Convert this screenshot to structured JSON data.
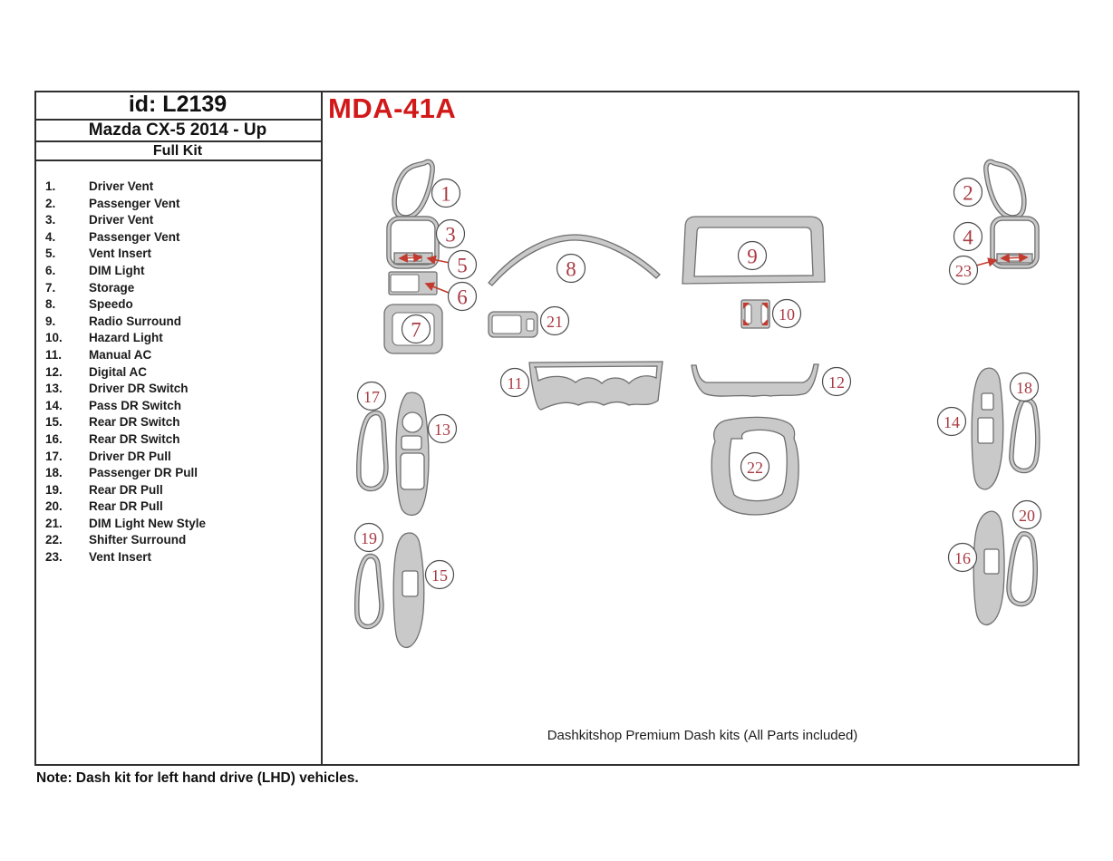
{
  "header": {
    "id": "id: L2139",
    "model": "Mazda CX-5 2014 - Up",
    "kit_type": "Full Kit"
  },
  "kit_code": "MDA-41A",
  "parts": [
    {
      "num": "1",
      "label": "Driver Vent"
    },
    {
      "num": "2",
      "label": "Passenger Vent"
    },
    {
      "num": "3",
      "label": "Driver Vent"
    },
    {
      "num": "4",
      "label": "Passenger Vent"
    },
    {
      "num": "5",
      "label": "Vent Insert"
    },
    {
      "num": "6",
      "label": "DIM Light"
    },
    {
      "num": "7",
      "label": "Storage"
    },
    {
      "num": "8",
      "label": "Speedo"
    },
    {
      "num": "9",
      "label": "Radio Surround"
    },
    {
      "num": "10",
      "label": "Hazard Light"
    },
    {
      "num": "11",
      "label": "Manual AC"
    },
    {
      "num": "12",
      "label": "Digital AC"
    },
    {
      "num": "13",
      "label": "Driver DR Switch"
    },
    {
      "num": "14",
      "label": "Pass DR Switch"
    },
    {
      "num": "15",
      "label": "Rear DR Switch"
    },
    {
      "num": "16",
      "label": "Rear DR Switch"
    },
    {
      "num": "17",
      "label": "Driver DR Pull"
    },
    {
      "num": "18",
      "label": "Passenger DR Pull"
    },
    {
      "num": "19",
      "label": "Rear DR Pull"
    },
    {
      "num": "20",
      "label": "Rear DR Pull"
    },
    {
      "num": "21",
      "label": "DIM Light New Style"
    },
    {
      "num": "22",
      "label": "Shifter Surround"
    },
    {
      "num": "23",
      "label": "Vent Insert"
    }
  ],
  "footer": {
    "tagline": "Dashkitshop Premium Dash kits (All Parts included)",
    "note": "Note: Dash kit for left hand drive (LHD)  vehicles."
  },
  "colors": {
    "kit_code_red": "#d11919",
    "callout_red": "#a93a42",
    "leader_red": "#c23b2e",
    "part_fill_gray": "#c9c9c9",
    "part_stroke_gray": "#6f6f6f"
  }
}
